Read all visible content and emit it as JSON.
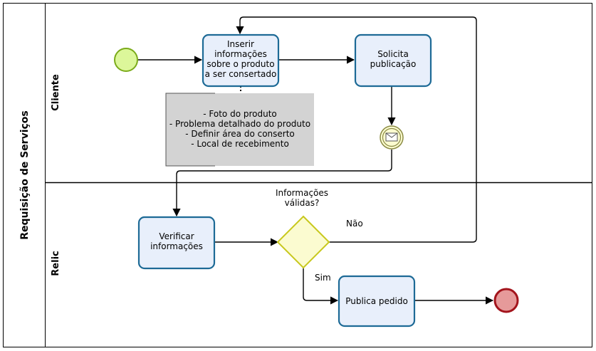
{
  "pool": {
    "title": "Requisição de Serviços"
  },
  "lanes": {
    "top": {
      "title": "Cliente"
    },
    "bottom": {
      "title": "Relic"
    }
  },
  "tasks": {
    "inserir": {
      "lines": [
        "Inserir",
        "informações",
        "sobre o produto",
        "a ser consertado"
      ]
    },
    "solicita": {
      "lines": [
        "Solicita",
        "publicação"
      ]
    },
    "verificar": {
      "lines": [
        "Verificar",
        "informações"
      ]
    },
    "publica": {
      "lines": [
        "Publica pedido"
      ]
    }
  },
  "annotation": {
    "lines": [
      "- Foto do produto",
      "- Problema detalhado do produto",
      "- Definir área do conserto",
      "- Local de recebimento"
    ]
  },
  "gateway": {
    "question_lines": [
      "Informações",
      "válidas?"
    ],
    "no_label": "Não",
    "yes_label": "Sim"
  },
  "colors": {
    "task_fill": "#e8effb",
    "task_stroke": "#1d6a96",
    "start_fill": "#dcf79a",
    "start_stroke": "#7bab1a",
    "end_fill": "#e69a9a",
    "end_stroke": "#a3141c",
    "gateway_fill": "#fbfbd0",
    "gateway_stroke": "#c8c81e",
    "note_fill": "#d3d3d3",
    "message_fill": "#fbfbd0",
    "message_stroke": "#8b8b44"
  }
}
